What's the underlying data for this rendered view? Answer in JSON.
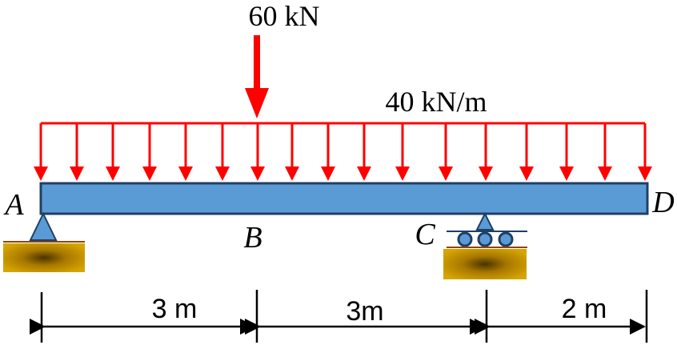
{
  "loads": {
    "point_load_label": "60 kN",
    "distributed_load_label": "40 kN/m"
  },
  "points": {
    "A": "A",
    "B": "B",
    "C": "C",
    "D": "D"
  },
  "dimensions": [
    {
      "label": "3 m"
    },
    {
      "label": "3m"
    },
    {
      "label": "2 m"
    }
  ],
  "colors": {
    "load": "#ff0000",
    "beam_fill": "#5b9bd5",
    "beam_stroke": "#1f3f66",
    "ground_fill": "#c99a00",
    "ground_edge": "#8b4513"
  },
  "supports": {
    "A": "pin-support",
    "C": "roller-support"
  }
}
